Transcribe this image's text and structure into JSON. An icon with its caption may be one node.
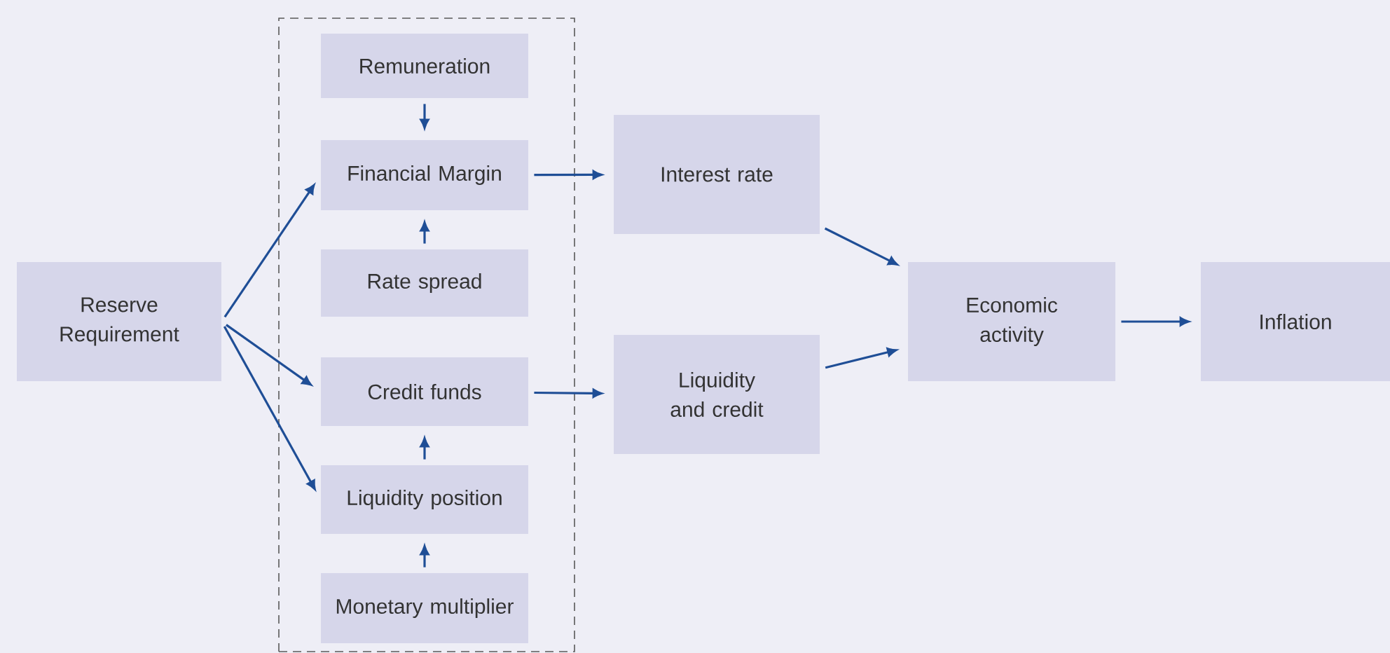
{
  "diagram": {
    "nodes": [
      {
        "text": [
          "Reserve Requirement"
        ]
      },
      {
        "text": [],
        "shape": "box"
      },
      {
        "text": [
          "Remuneration"
        ],
        "in": 1
      },
      {
        "text": [
          "Financial Margin"
        ],
        "in": 1
      },
      {
        "text": [
          "Rate spread"
        ],
        "in": 1
      },
      {
        "text": [
          "Credit funds"
        ],
        "in": 1
      },
      {
        "text": [
          "Liquidity position"
        ],
        "in": 1
      },
      {
        "text": [
          "Monetary multiplier"
        ],
        "in": 1
      },
      {
        "text": [
          "Interest rate"
        ]
      },
      {
        "text": [
          "Liquidity and credit"
        ]
      },
      {
        "text": [
          "Economic activity"
        ]
      },
      {
        "text": [
          "Inflation"
        ]
      }
    ],
    "edges": [
      {
        "from": 0,
        "to": 3,
        "arrow": "to"
      },
      {
        "from": 0,
        "to": 5,
        "arrow": "to"
      },
      {
        "from": 0,
        "to": 6,
        "arrow": "to"
      },
      {
        "from": 2,
        "to": 3,
        "arrow": "to"
      },
      {
        "from": 4,
        "to": 3,
        "arrow": "to"
      },
      {
        "from": 6,
        "to": 5,
        "arrow": "to"
      },
      {
        "from": 7,
        "to": 6,
        "arrow": "to"
      },
      {
        "from": 3,
        "to": 8,
        "arrow": "to"
      },
      {
        "from": 5,
        "to": 9,
        "arrow": "to"
      },
      {
        "from": 8,
        "to": 10,
        "arrow": "to"
      },
      {
        "from": 9,
        "to": 10,
        "arrow": "to"
      },
      {
        "from": 10,
        "to": 11,
        "arrow": "to"
      }
    ]
  }
}
